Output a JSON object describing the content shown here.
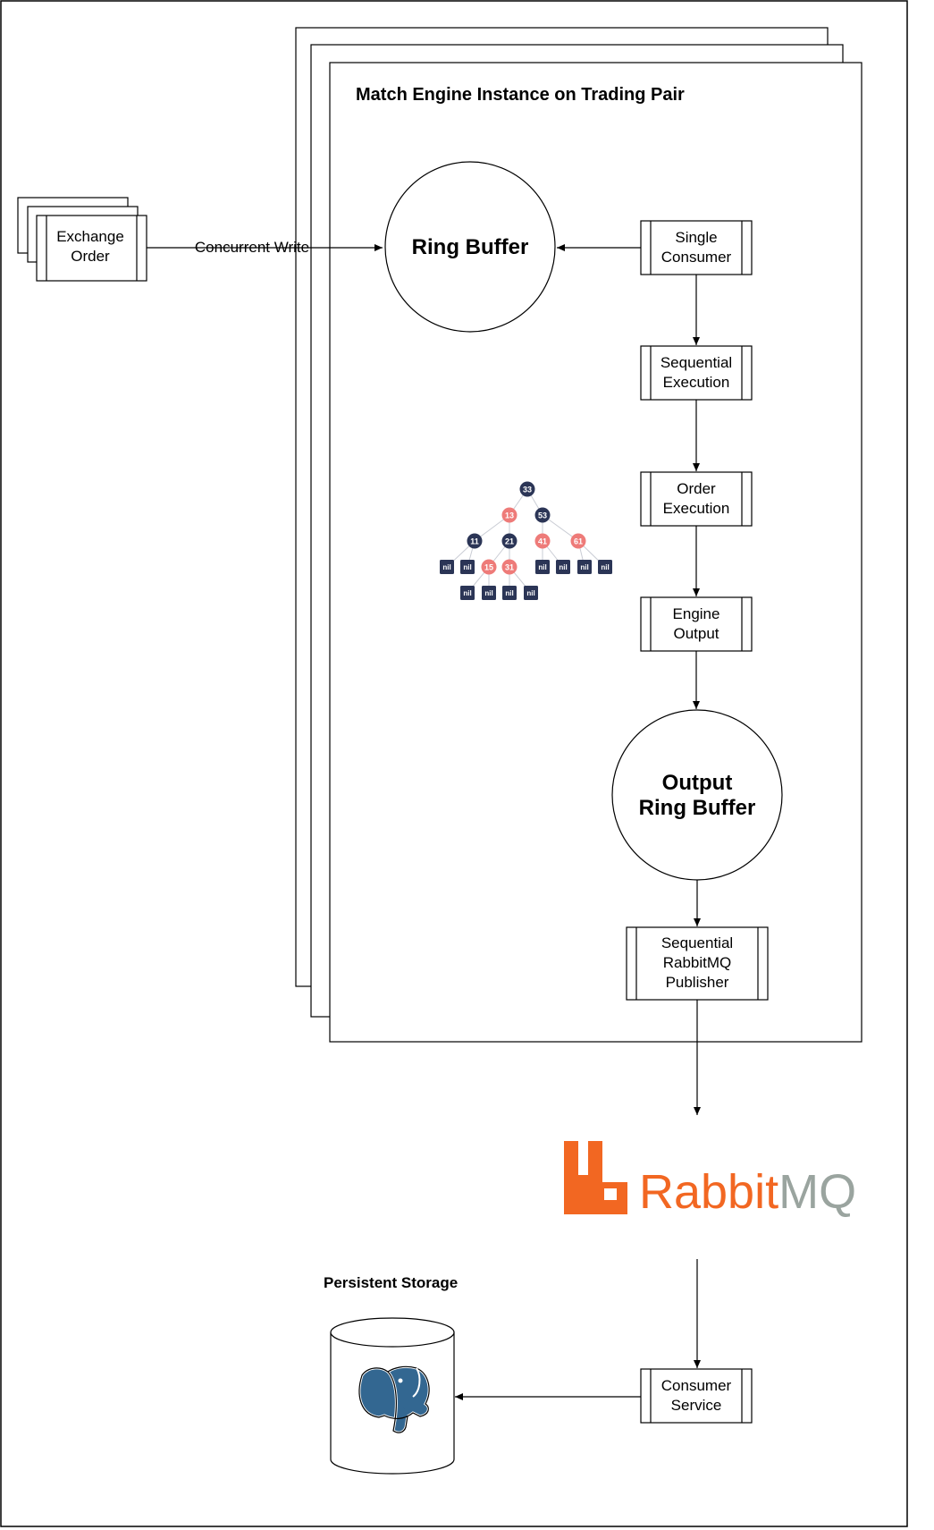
{
  "exchange_order": {
    "line1": "Exchange",
    "line2": "Order"
  },
  "concurrent_write": "Concurrent Write",
  "instance_title": "Match Engine Instance on Trading Pair",
  "ring_buffer": "Ring Buffer",
  "single_consumer": {
    "line1": "Single",
    "line2": "Consumer"
  },
  "sequential_execution": {
    "line1": "Sequential",
    "line2": "Execution"
  },
  "order_execution": {
    "line1": "Order",
    "line2": "Execution"
  },
  "engine_output": {
    "line1": "Engine",
    "line2": "Output"
  },
  "output_ring_buffer": {
    "line1": "Output",
    "line2": "Ring Buffer"
  },
  "rabbitmq_publisher": {
    "line1": "Sequential",
    "line2": "RabbitMQ",
    "line3": "Publisher"
  },
  "rabbitmq_logo": {
    "word_a": "Rabbit",
    "word_b": "MQ",
    "color_a": "#f26722",
    "color_b": "#9aa49f"
  },
  "persistent_storage": "Persistent Storage",
  "consumer_service": {
    "line1": "Consumer",
    "line2": "Service"
  },
  "tree": {
    "dark": "#2b3556",
    "red": "#ee7b79",
    "nodes": [
      {
        "id": "n33",
        "label": "33",
        "color": "dark"
      },
      {
        "id": "n13",
        "label": "13",
        "color": "red"
      },
      {
        "id": "n53",
        "label": "53",
        "color": "dark"
      },
      {
        "id": "n11",
        "label": "11",
        "color": "dark"
      },
      {
        "id": "n21",
        "label": "21",
        "color": "dark"
      },
      {
        "id": "n41",
        "label": "41",
        "color": "red"
      },
      {
        "id": "n61",
        "label": "61",
        "color": "red"
      },
      {
        "id": "n15",
        "label": "15",
        "color": "red"
      },
      {
        "id": "n31",
        "label": "31",
        "color": "red"
      }
    ],
    "nil_label": "nil"
  },
  "colors": {
    "line": "#000000",
    "pg_blue": "#336791"
  }
}
